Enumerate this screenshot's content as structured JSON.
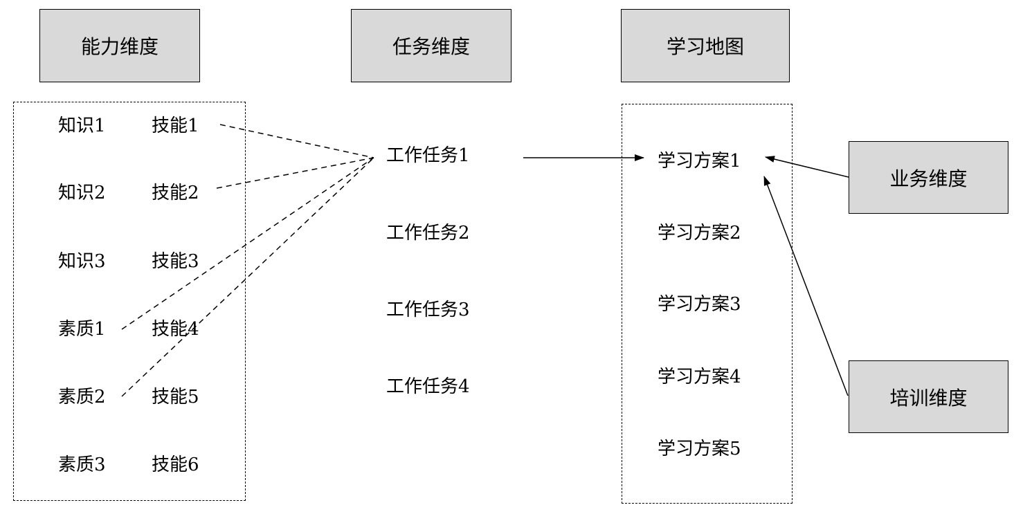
{
  "headers": {
    "ability": "能力维度",
    "task": "任务维度",
    "learning_map": "学习地图",
    "business": "业务维度",
    "training": "培训维度"
  },
  "ability_items": {
    "knowledge_1": "知识1",
    "knowledge_2": "知识2",
    "knowledge_3": "知识3",
    "quality_1": "素质1",
    "quality_2": "素质2",
    "quality_3": "素质3",
    "skill_1": "技能1",
    "skill_2": "技能2",
    "skill_3": "技能3",
    "skill_4": "技能4",
    "skill_5": "技能5",
    "skill_6": "技能6"
  },
  "tasks": [
    "工作任务1",
    "工作任务2",
    "工作任务3",
    "工作任务4"
  ],
  "learning_plans": [
    "学习方案1",
    "学习方案2",
    "学习方案3",
    "学习方案4",
    "学习方案5"
  ],
  "line_color": "#000000",
  "box_fill": "#d9d9d9"
}
